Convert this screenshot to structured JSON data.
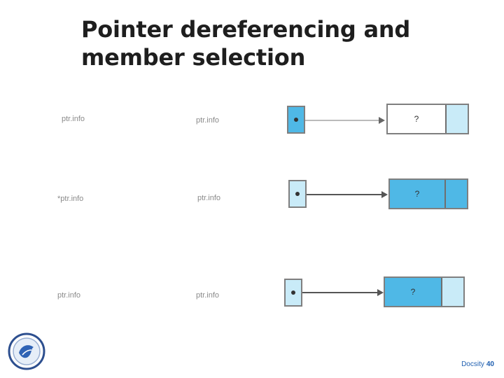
{
  "slide": {
    "title_lines": [
      "Pointer dereferencing and",
      "member selection"
    ],
    "rows": [
      {
        "expr_left": "ptr.info",
        "expr_right": "ptr.info",
        "pointer_color": "#4fb8e6",
        "value_color": "#ffffff",
        "next_color": "#c9ebf8",
        "value_label": "?",
        "arrow_color": "#bbbbbb"
      },
      {
        "expr_left": "*ptr.info",
        "expr_right": "ptr.info",
        "pointer_color": "#c9ebf8",
        "value_color": "#4fb8e6",
        "next_color": "#4fb8e6",
        "value_label": "?",
        "arrow_color": "#555555"
      },
      {
        "expr_left": "ptr.info",
        "expr_right": "ptr.info",
        "pointer_color": "#c9ebf8",
        "value_color": "#4fb8e6",
        "next_color": "#c9ebf8",
        "value_label": "?",
        "arrow_color": "#555555"
      }
    ],
    "logo_icon": "university-seal-icon",
    "footer": {
      "text": "Docsity",
      "page_number": "40"
    },
    "colors": {
      "accent": "#4fb8e6",
      "accent_light": "#c9ebf8",
      "footer_link": "#1f5fb0"
    }
  }
}
